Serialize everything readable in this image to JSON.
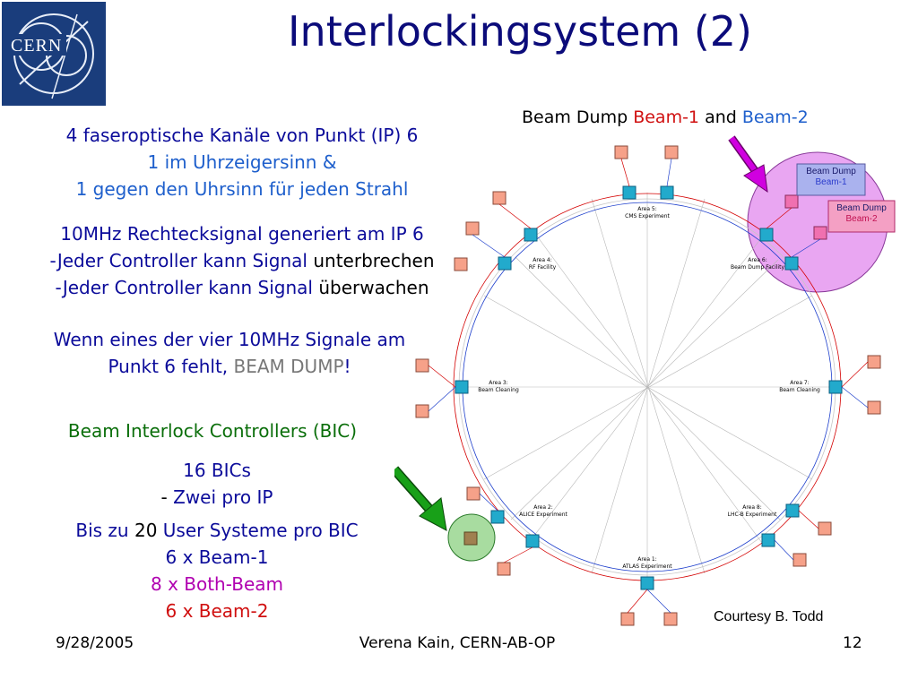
{
  "slide": {
    "title": "Interlockingsystem (2)",
    "logo_text": "CERN"
  },
  "left_text": {
    "line1_prefix": "4",
    "line1_rest": "faseroptische Kanäle von  Punkt (IP) 6",
    "line2": "1 im Uhrzeigersinn &",
    "line3": "1 gegen den Uhrsinn für jeden Strahl",
    "signal_line1": "10MHz Rechtecksignal generiert am IP 6",
    "signal_line2_a": "-Jeder Controller kann Signal ",
    "signal_line2_b": "unterbrechen",
    "signal_line3_a": "-Jeder Controller kann Signal ",
    "signal_line3_b": "überwachen",
    "dump_line1": "Wenn eines der vier 10MHz Signale am",
    "dump_line2_a": "Punkt 6 fehlt, ",
    "dump_line2_b": "BEAM DUMP",
    "dump_line2_c": "!",
    "bic_heading": "Beam Interlock Controllers (BIC)",
    "bic_count": "16 BICs",
    "bic_per_ip_dash": "- ",
    "bic_per_ip": "Zwei pro IP",
    "user_line_a": "Bis zu ",
    "user_line_b": "20",
    "user_line_c": " User Systeme pro BIC",
    "beam1_count": "6 x Beam-1",
    "both_count": "8 x Both-Beam",
    "beam2_count": "6 x Beam-2"
  },
  "diagram": {
    "heading_a": "Beam Dump ",
    "heading_b": "Beam-1",
    "heading_c": " and ",
    "heading_d": "Beam-2",
    "dump1_label": "Beam Dump",
    "dump1_sub": "Beam-1",
    "dump2_label": "Beam Dump",
    "dump2_sub": "Beam-2",
    "areas": [
      {
        "name": "Area 5:",
        "sub": "CMS Experiment"
      },
      {
        "name": "Area 6:",
        "sub": "Beam Dump Facility"
      },
      {
        "name": "Area 7:",
        "sub": "Beam Cleaning"
      },
      {
        "name": "Area 8:",
        "sub": "LHC-B Experiment"
      },
      {
        "name": "Area 1:",
        "sub": "ATLAS Experiment"
      },
      {
        "name": "Area 2:",
        "sub": "ALICE Experiment"
      },
      {
        "name": "Area 3:",
        "sub": "Beam Cleaning"
      },
      {
        "name": "Area 4:",
        "sub": "RF Facility"
      }
    ],
    "courtesy": "Courtesy B. Todd"
  },
  "footer": {
    "date": "9/28/2005",
    "author": "Verena Kain, CERN-AB-OP",
    "page": "12"
  },
  "colors": {
    "title": "#0b0b7a",
    "beam1": "#d01010",
    "beam2": "#1e5fcc",
    "highlight_purple": "#e9a6f2",
    "highlight_green": "#a8dca0",
    "bic": "#22aacc",
    "user_system": "#f6a189"
  }
}
